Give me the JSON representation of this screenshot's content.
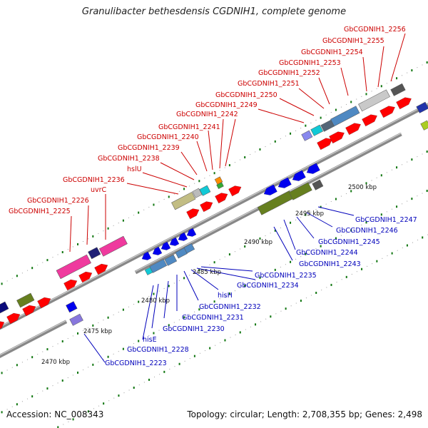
{
  "header": {
    "title": "Granulibacter bethesdensis CGDNIH1, complete genome"
  },
  "footer": {
    "accession": "Accession: NC_008343",
    "summary": "Topology: circular; Length: 2,708,355 bp; Genes: 2,498"
  },
  "colors": {
    "forward_gene": "#ff0000",
    "reverse_gene": "#0000ee",
    "forward_label": "#cc0000",
    "reverse_label": "#0000bb",
    "backbone": "#888888",
    "tick": "#117711"
  },
  "scale_labels": [
    "2470 kbp",
    "2475 kbp",
    "2480 kbp",
    "2485 kbp",
    "2490 kbp",
    "2495 kbp",
    "2500 kbp"
  ],
  "forward_labels": [
    "GbCGDNIH1_2225",
    "GbCGDNIH1_2226",
    "uvrC",
    "GbCGDNIH1_2236",
    "hslU",
    "GbCGDNIH1_2238",
    "GbCGDNIH1_2239",
    "GbCGDNIH1_2240",
    "GbCGDNIH1_2241",
    "GbCGDNIH1_2242",
    "GbCGDNIH1_2249",
    "GbCGDNIH1_2250",
    "GbCGDNIH1_2251",
    "GbCGDNIH1_2252",
    "GbCGDNIH1_2253",
    "GbCGDNIH1_2254",
    "GbCGDNIH1_2255",
    "GbCGDNIH1_2256"
  ],
  "reverse_labels": [
    "GbCGDNIH1_2223",
    "GbCGDNIH1_2228",
    "hisE",
    "GbCGDNIH1_2230",
    "GbCGDNIH1_2231",
    "GbCGDNIH1_2232",
    "hisH",
    "GbCGDNIH1_2234",
    "GbCGDNIH1_2235",
    "GbCGDNIH1_2243",
    "GbCGDNIH1_2244",
    "GbCGDNIH1_2245",
    "GbCGDNIH1_2246",
    "GbCGDNIH1_2247"
  ]
}
